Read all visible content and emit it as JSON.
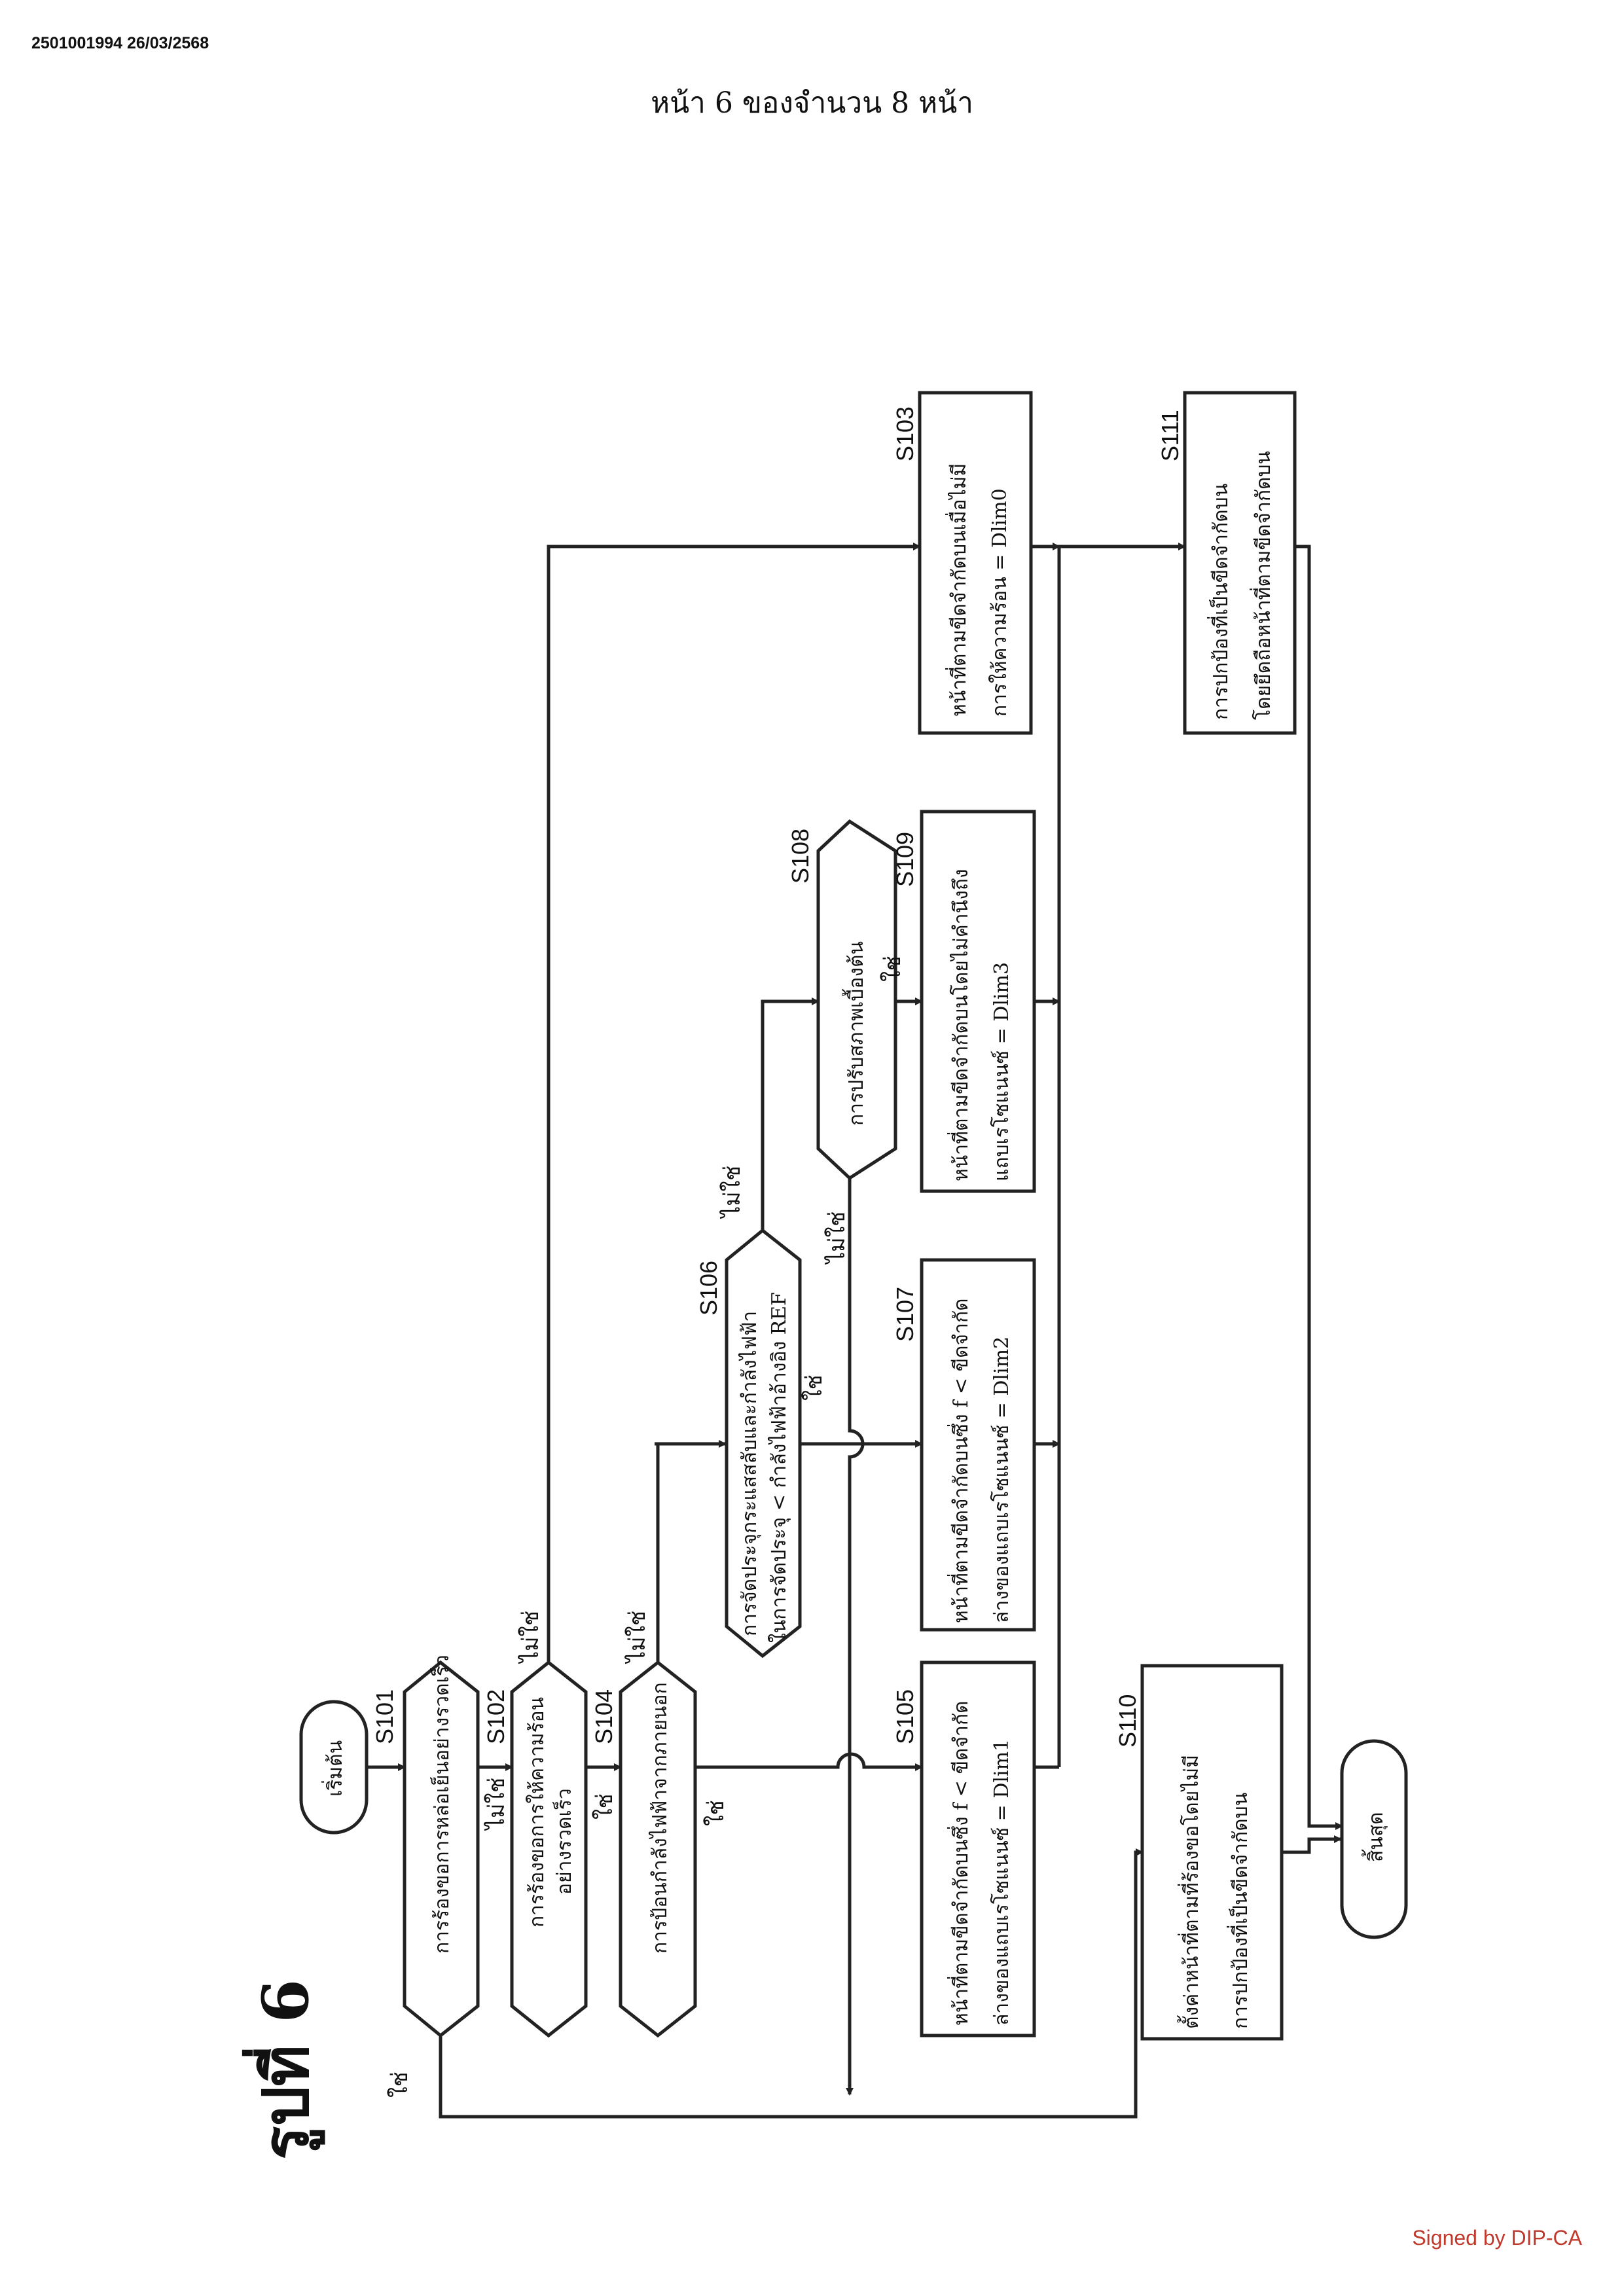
{
  "header": {
    "doc_id": "2501001994 26/03/2568",
    "page_label": "หน้า 6 ของจำนวน 8 หน้า"
  },
  "figure": {
    "title": "รูปที่ 6"
  },
  "flowchart": {
    "start": "เริ่มต้น",
    "end": "สิ้นสุด",
    "steps": {
      "S101": {
        "id": "S101",
        "lines": [
          "การร้องขอการหล่อเย็นอย่างรวดเร็ว"
        ]
      },
      "S102": {
        "id": "S102",
        "lines": [
          "การร้องขอการให้ความร้อน",
          "อย่างรวดเร็ว"
        ]
      },
      "S103": {
        "id": "S103",
        "lines": [
          "หน้าที่ตามขีดจำกัดบนเมื่อไม่มี",
          "การให้ความร้อน = Dlim0"
        ]
      },
      "S104": {
        "id": "S104",
        "lines": [
          "การป้อนกำลังไฟฟ้าจากภายนอก"
        ]
      },
      "S105": {
        "id": "S105",
        "lines": [
          "หน้าที่ตามขีดจำกัดบนซึ่ง f < ขีดจำกัด",
          "ล่างของแถบเรโซแนนซ์ = Dlim1"
        ]
      },
      "S106": {
        "id": "S106",
        "lines": [
          "การจัดประจุกระแสสลับและกำลังไฟฟ้า",
          "ในการจัดประจุ < กำลังไฟฟ้าอ้างอิง REF"
        ]
      },
      "S107": {
        "id": "S107",
        "lines": [
          "หน้าที่ตามขีดจำกัดบนซึ่ง f < ขีดจำกัด",
          "ล่างของแถบเรโซแนนซ์ = Dlim2"
        ]
      },
      "S108": {
        "id": "S108",
        "lines": [
          "การปรับสภาพเบื้องต้น"
        ]
      },
      "S109": {
        "id": "S109",
        "lines": [
          "หน้าที่ตามขีดจำกัดบนโดยไม่คำนึงถึง",
          "แถบเรโซแนนซ์ = Dlim3"
        ]
      },
      "S110": {
        "id": "S110",
        "lines": [
          "ตั้งค่าหน้าที่ตามที่ร้องขอโดยไม่มี",
          "การปกป้องที่เป็นขีดจำกัดบน"
        ]
      },
      "S111": {
        "id": "S111",
        "lines": [
          "การปกป้องที่เป็นขีดจำกัดบน",
          "โดยยึดถือหน้าที่ตามขีดจำกัดบน"
        ]
      }
    },
    "labels": {
      "yes": "ใช่",
      "no": "ไม่ใช่"
    }
  },
  "footer": {
    "signed": "Signed by DIP-CA"
  }
}
